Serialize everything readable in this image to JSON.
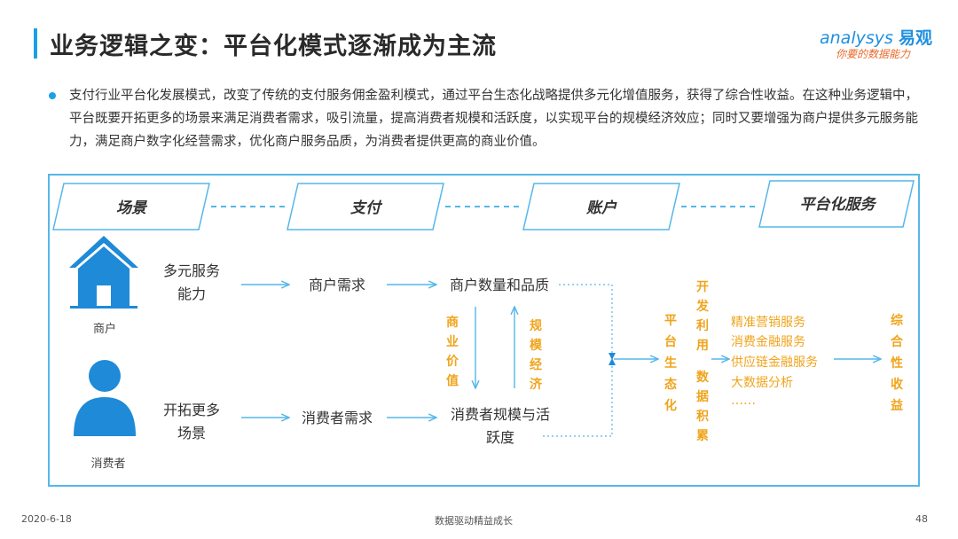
{
  "title": "业务逻辑之变：平台化模式逐渐成为主流",
  "logo": {
    "brand": "analysys",
    "brand_cn": "易观",
    "tagline": "你要的数据能力"
  },
  "paragraph": "支付行业平台化发展模式，改变了传统的支付服务佣金盈利模式，通过平台生态化战略提供多元化增值服务，获得了综合性收益。在这种业务逻辑中，平台既要开拓更多的场景来满足消费者需求，吸引流量，提高消费者规模和活跃度，以实现平台的规模经济效应；同时又要增强为商户提供多元服务能力，满足商户数字化经营需求，优化商户服务品质，为消费者提供更高的商业价值。",
  "stages": [
    "场景",
    "支付",
    "账户",
    "平台化服务"
  ],
  "actors": {
    "merchant": "商户",
    "consumer": "消费者"
  },
  "merchant_flow": {
    "start": [
      "多元服务",
      "能力"
    ],
    "need": "商户需求",
    "result": "商户数量和品质"
  },
  "consumer_flow": {
    "start": [
      "开拓更多",
      "场景"
    ],
    "need": "消费者需求",
    "result": [
      "消费者规模与活",
      "跃度"
    ]
  },
  "vertical_labels": {
    "down": [
      "商",
      "业",
      "价",
      "值"
    ],
    "up": [
      "规",
      "模",
      "经",
      "济"
    ]
  },
  "platform_eco": [
    "平",
    "台",
    "生",
    "态",
    "化"
  ],
  "data_use": [
    "开",
    "发",
    "利",
    "用",
    "数",
    "据",
    "积",
    "累"
  ],
  "services": [
    "精准营销服务",
    "消费金融服务",
    "供应链金融服务",
    "大数据分析",
    "……"
  ],
  "outcome": [
    "综",
    "合",
    "性",
    "收",
    "益"
  ],
  "footer": {
    "date": "2020-6-18",
    "center": "数据驱动精益成长",
    "page": "48"
  },
  "colors": {
    "accent": "#1aa0e8",
    "orange": "#f0a41c",
    "icon": "#1e8ad8"
  }
}
